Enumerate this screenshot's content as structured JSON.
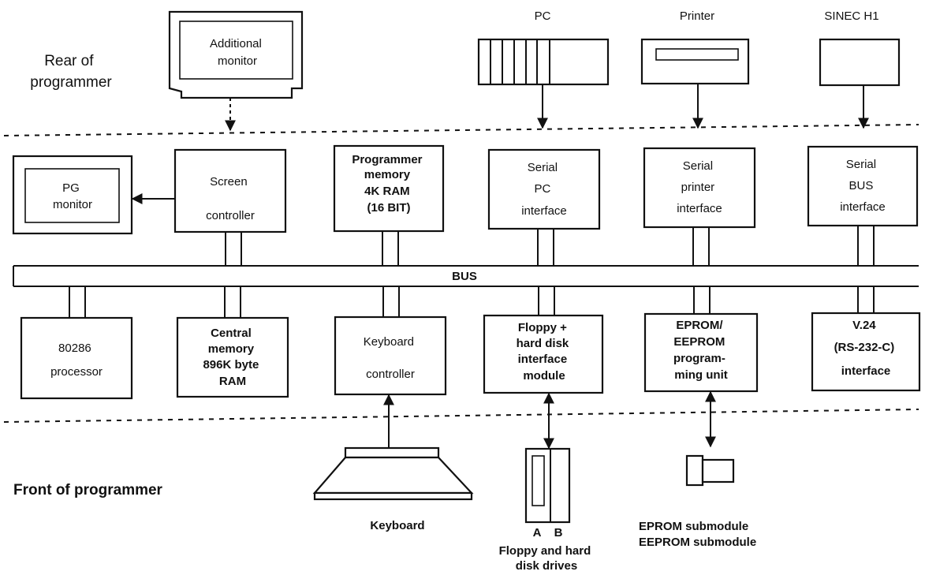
{
  "regions": {
    "rear": [
      "Rear of",
      "programmer"
    ],
    "front": [
      "Front of programmer"
    ]
  },
  "bus_label": "BUS",
  "external_devices": {
    "additional_monitor": [
      "Additional",
      "monitor"
    ],
    "pc": "PC",
    "printer": "Printer",
    "sinec_h1": "SINEC H1"
  },
  "modules_top": {
    "pg_monitor": [
      "PG",
      "monitor"
    ],
    "screen_controller": [
      "Screen",
      "controller"
    ],
    "programmer_memory": [
      "Programmer",
      "memory",
      "4K RAM",
      "(16 BIT)"
    ],
    "serial_pc_interface": [
      "Serial",
      "PC",
      "interface"
    ],
    "serial_printer_interface": [
      "Serial",
      "printer",
      "interface"
    ],
    "serial_bus_interface": [
      "Serial",
      "BUS",
      "interface"
    ]
  },
  "modules_bottom": {
    "processor": [
      "80286",
      "processor"
    ],
    "central_memory": [
      "Central",
      "memory",
      "896K byte",
      "RAM"
    ],
    "keyboard_controller": [
      "Keyboard",
      "controller"
    ],
    "floppy_module": [
      "Floppy +",
      "hard disk",
      "interface",
      "module"
    ],
    "eprom_unit": [
      "EPROM/",
      "EEPROM",
      "program-",
      "ming unit"
    ],
    "v24_interface": [
      "V.24",
      "(RS-232-C)",
      "interface"
    ]
  },
  "front_devices": {
    "keyboard": "Keyboard",
    "drive_letters": [
      "A",
      "B"
    ],
    "drives": [
      "Floppy and hard",
      "disk drives"
    ],
    "submodules": [
      "EPROM submodule",
      "EEPROM submodule"
    ]
  }
}
